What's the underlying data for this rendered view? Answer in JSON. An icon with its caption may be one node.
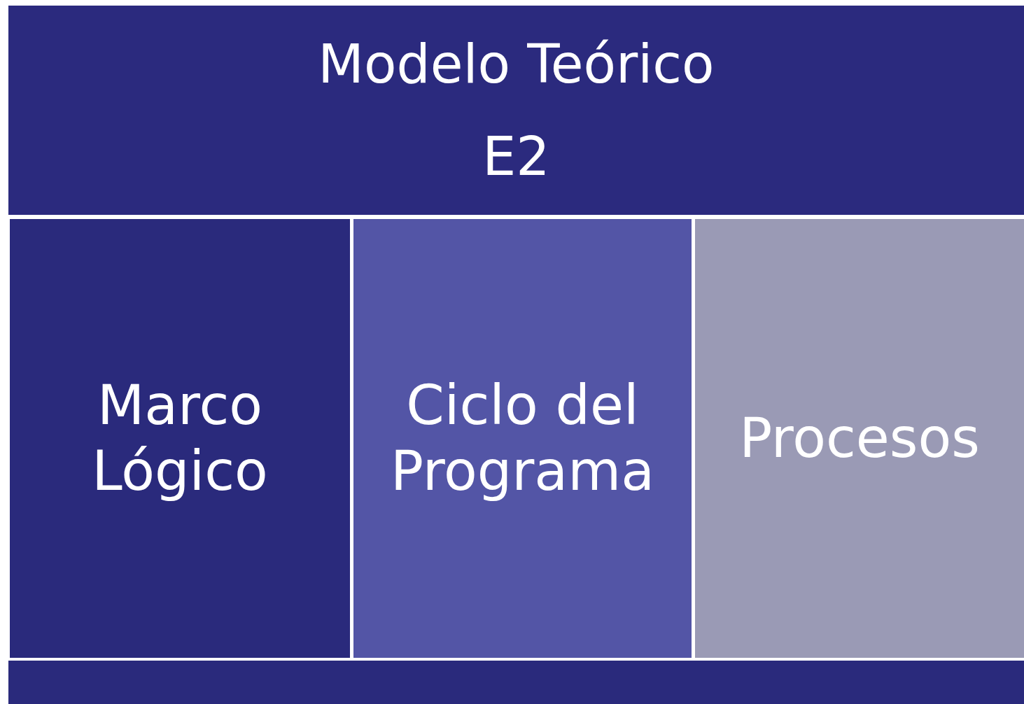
{
  "diagram": {
    "nodes": [
      {
        "text": [
          "Modelo Teórico",
          "E2"
        ]
      },
      {
        "text": [
          "Marco Lógico"
        ]
      },
      {
        "text": [
          "Ciclo del Programa"
        ]
      },
      {
        "text": [
          "Procesos"
        ]
      },
      {
        "text": [],
        "shape": "bar"
      }
    ]
  }
}
